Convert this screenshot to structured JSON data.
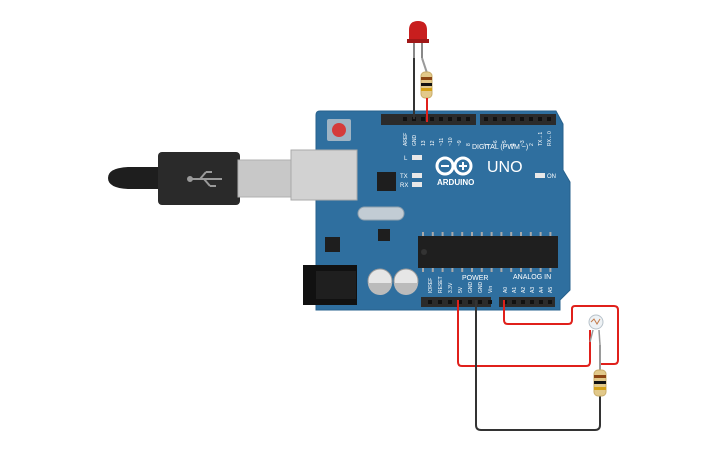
{
  "board": {
    "brand": "ARDUINO",
    "model": "UNO",
    "digital_label": "DIGITAL (PWM ~)",
    "power_label": "POWER",
    "analog_label": "ANALOG IN",
    "led_l": "L",
    "led_tx": "TX",
    "led_rx": "RX",
    "led_on": "ON",
    "digital_pins": [
      "AREF",
      "GND",
      "13",
      "12",
      "~11",
      "~10",
      "~9",
      "8",
      "7",
      "~6",
      "~5",
      "4",
      "~3",
      "2",
      "TX→1",
      "RX←0"
    ],
    "power_pins": [
      "IOREF",
      "RESET",
      "3.3V",
      "5V",
      "GND",
      "GND",
      "Vin"
    ],
    "analog_pins": [
      "A0",
      "A1",
      "A2",
      "A3",
      "A4",
      "A5"
    ]
  },
  "colors": {
    "board": "#2f6f9f",
    "board_edge": "#27618c",
    "header": "#2b2b2b",
    "wire_red": "#e0201b",
    "wire_black": "#333333",
    "usb_gray": "#c8c8c8",
    "led_red": "#c81e1e"
  }
}
